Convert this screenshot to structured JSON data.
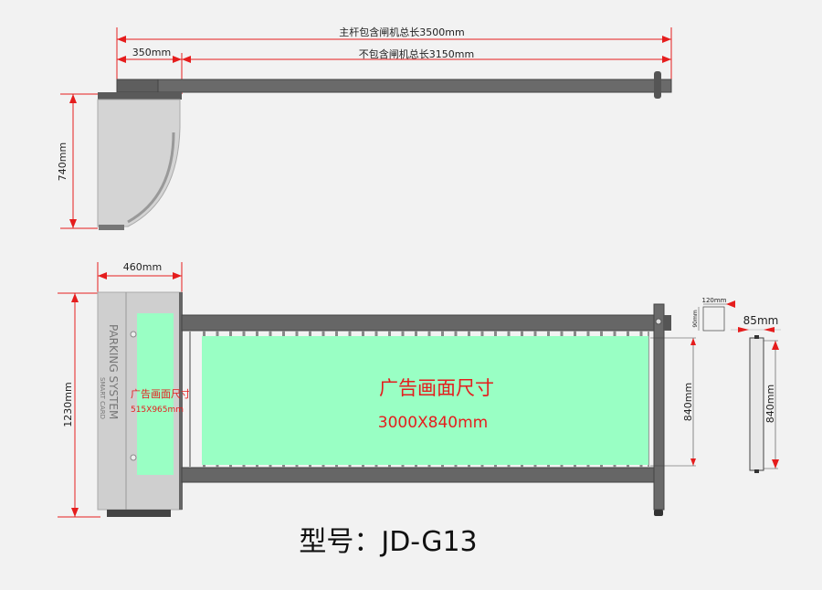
{
  "top_view": {
    "total_length_label": "主杆包含闸机总长3500mm",
    "housing_arm_label": "350mm",
    "arm_only_label": "不包含闸机总长3150mm",
    "height_label": "740mm"
  },
  "front_view": {
    "width_label": "460mm",
    "height_label": "1230mm",
    "housing_text": "PARKING SYSTEM",
    "housing_subtext": "SMART CARD",
    "small_ad_title": "广告画面尺寸",
    "small_ad_size": "515X965mm",
    "big_ad_title": "广告画面尺寸",
    "big_ad_size": "3000X840mm",
    "panel_height_label": "840mm"
  },
  "detail": {
    "bracket_width_label": "120mm",
    "bracket_height_label": "90mm",
    "profile_width_label": "85mm",
    "profile_height_label": "840mm"
  },
  "model_label": "型号：JD-G13",
  "colors": {
    "dimension": "#e51d1d",
    "ad_panel": "#99ffc4",
    "frame": "#5f6060",
    "housing": "#d0d0d0"
  }
}
